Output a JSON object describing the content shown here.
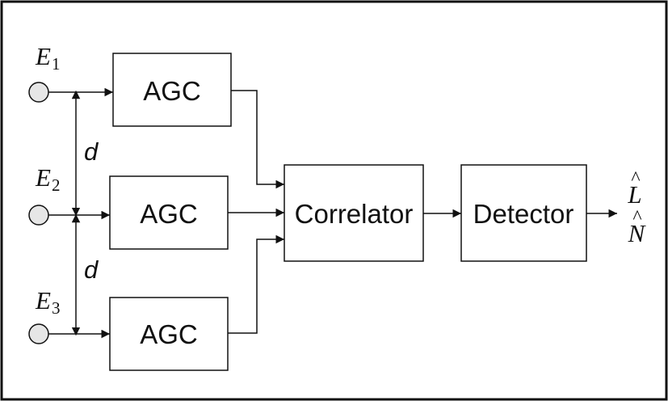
{
  "diagram": {
    "inputs": [
      {
        "symbol": "E",
        "subscript": "1"
      },
      {
        "symbol": "E",
        "subscript": "2"
      },
      {
        "symbol": "E",
        "subscript": "3"
      }
    ],
    "blocks": {
      "agc_1": "AGC",
      "agc_2": "AGC",
      "agc_3": "AGC",
      "correlator": "Correlator",
      "detector": "Detector"
    },
    "spacing": [
      "d",
      "d"
    ],
    "outputs": [
      {
        "symbol": "L",
        "accent": "^"
      },
      {
        "symbol": "N",
        "accent": "^"
      }
    ]
  },
  "colors": {
    "stroke": "#111111",
    "background": "#ffffff",
    "input_fill": "#e6e6e6"
  }
}
